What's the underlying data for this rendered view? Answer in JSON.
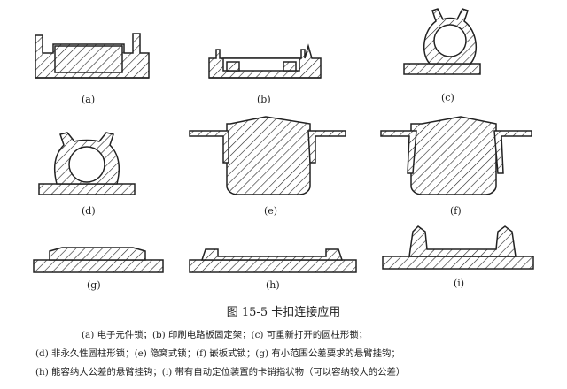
{
  "figure_title": "图 15-5   卡扣连接应用",
  "panels": [
    {
      "id": "a",
      "label": "(a)"
    },
    {
      "id": "b",
      "label": "(b)"
    },
    {
      "id": "c",
      "label": "(c)"
    },
    {
      "id": "d",
      "label": "(d)"
    },
    {
      "id": "e",
      "label": "(e)"
    },
    {
      "id": "f",
      "label": "(f)"
    },
    {
      "id": "g",
      "label": "(g)"
    },
    {
      "id": "h",
      "label": "(h)"
    },
    {
      "id": "i",
      "label": "(i)"
    }
  ],
  "caption_lines": [
    "(a) 电子元件锁；(b) 印刷电路板固定架；(c) 可重新打开的圆柱形锁；",
    "(d) 非永久性圆柱形锁；(e) 隐窝式锁；(f) 嵌板式锁；(g) 有小范围公差要求的悬臂挂钩；",
    "(h) 能容纳大公差的悬臂挂钩；(i) 带有自动定位装置的卡销指状物（可以容纳较大的公差）"
  ],
  "colors": {
    "ink": "#222222",
    "background": "#ffffff"
  }
}
